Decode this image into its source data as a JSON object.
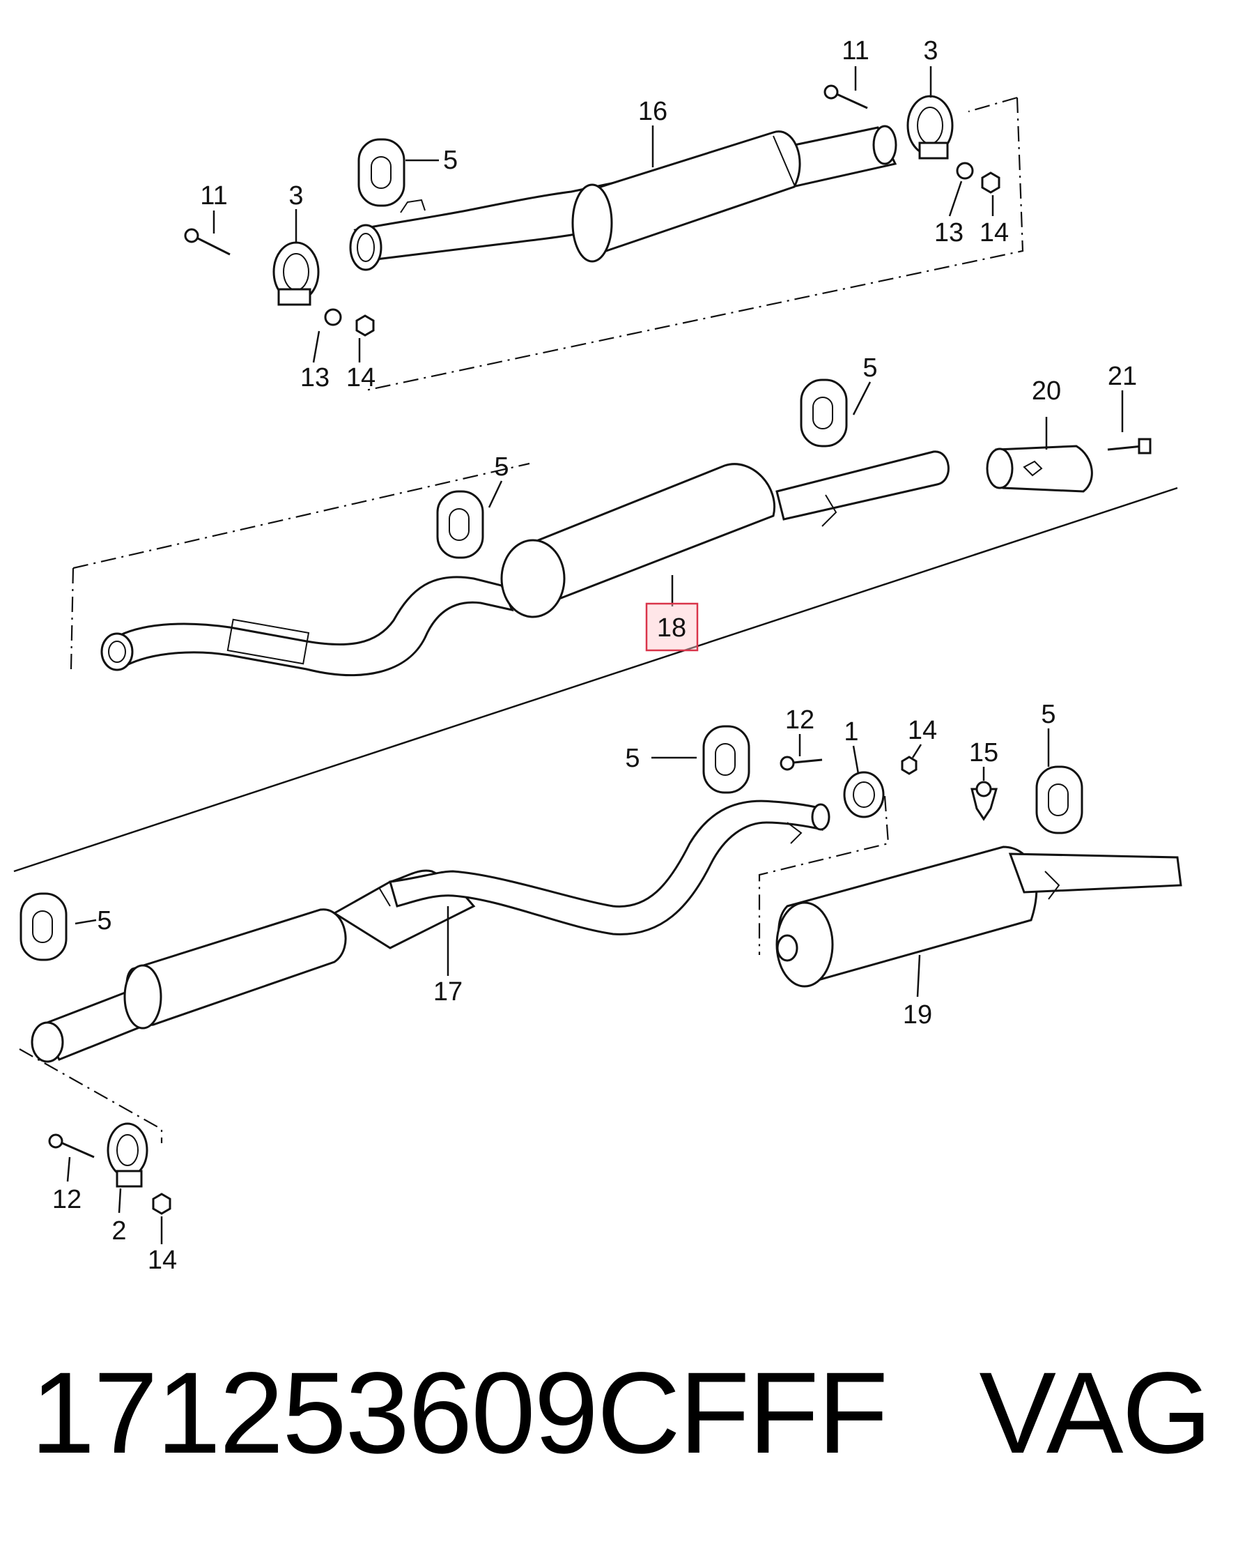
{
  "callouts": {
    "c11a": "11",
    "c3a": "3",
    "c16": "16",
    "c5a": "5",
    "c13a": "13",
    "c14a": "14",
    "c11b": "11",
    "c3b": "3",
    "c13b": "13",
    "c14b": "14",
    "c5b": "5",
    "c20": "20",
    "c21": "21",
    "c5c": "5",
    "c18": "18",
    "c12a": "12",
    "c1": "1",
    "c14c": "14",
    "c5d": "5",
    "c15": "15",
    "c5e": "5",
    "c5f": "5",
    "c17": "17",
    "c19": "19",
    "c12b": "12",
    "c2": "2",
    "c14d": "14"
  },
  "highlighted_callout": "18",
  "highlight_color": "#d9344a",
  "footer": {
    "part_number": "171253609CFFF",
    "brand": "VAG"
  }
}
